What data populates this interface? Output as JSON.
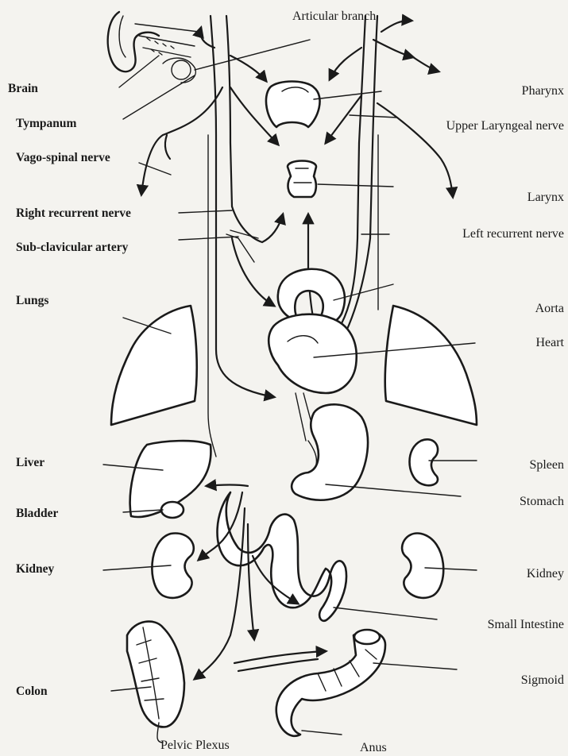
{
  "labels": {
    "articular_branch": "Articular branch",
    "brain": "Brain",
    "tympanum": "Tympanum",
    "vago_spinal_nerve": "Vago-spinal nerve",
    "right_recurrent_nerve": "Right recurrent nerve",
    "sub_clavicular_artery": "Sub-clavicular artery",
    "lungs": "Lungs",
    "liver": "Liver",
    "bladder": "Bladder",
    "kidney_left": "Kidney",
    "colon": "Colon",
    "pelvic_plexus": "Pelvic Plexus",
    "anus": "Anus",
    "pharynx": "Pharynx",
    "upper_laryngeal_nerve": "Upper Laryngeal nerve",
    "larynx": "Larynx",
    "left_recurrent_nerve": "Left recurrent nerve",
    "aorta": "Aorta",
    "heart": "Heart",
    "spleen": "Spleen",
    "stomach": "Stomach",
    "kidney_right": "Kidney",
    "small_intestine": "Small Intestine",
    "sigmoid": "Sigmoid"
  }
}
